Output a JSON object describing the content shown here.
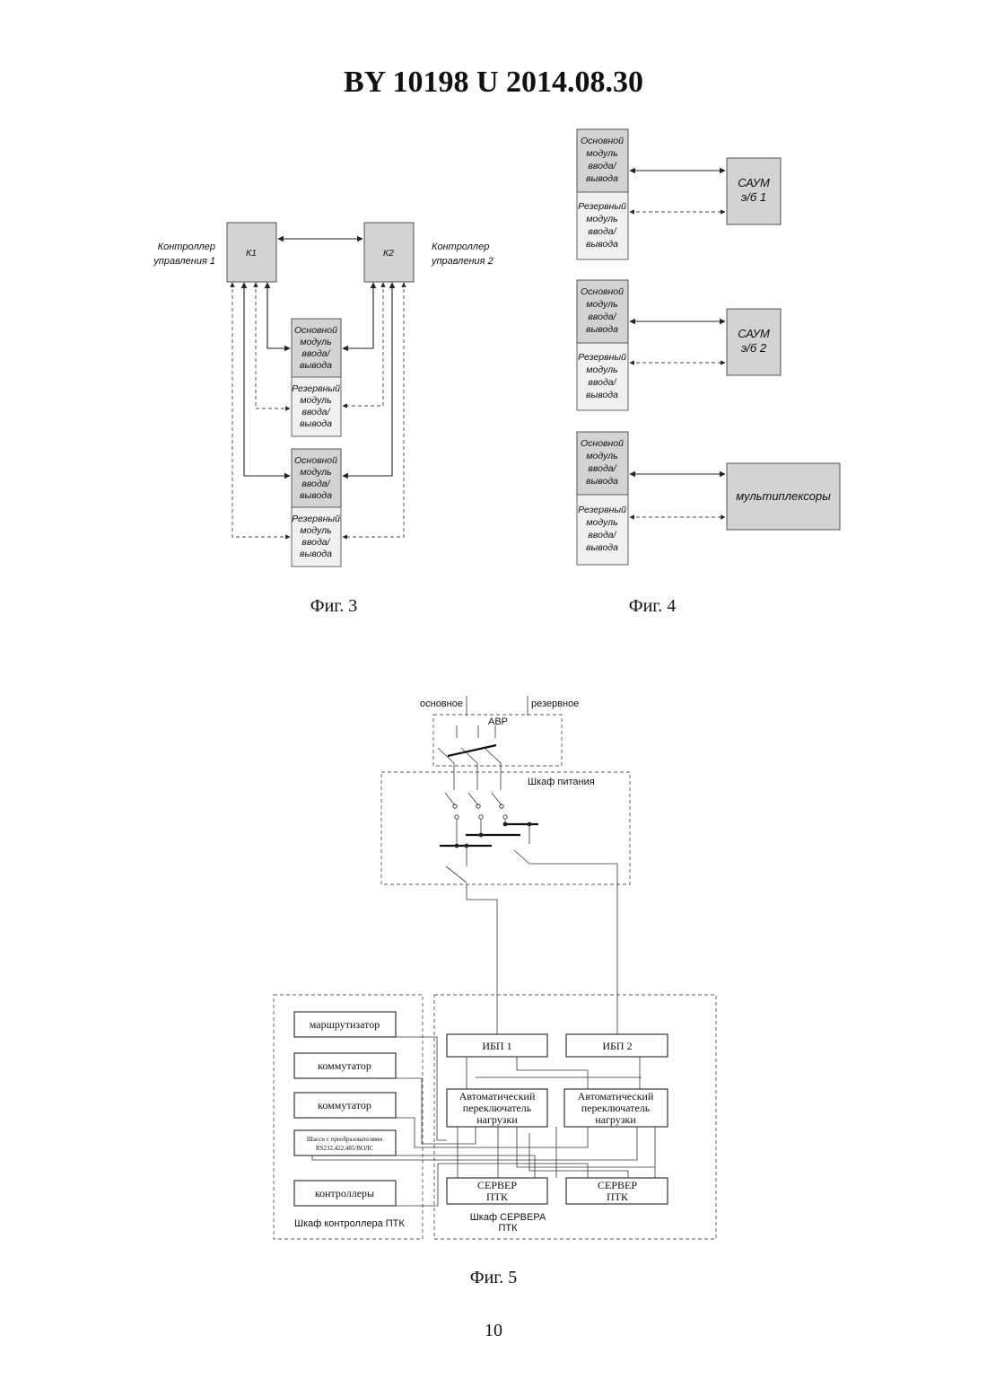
{
  "header": {
    "title": "BY  10198  U  2014.08.30"
  },
  "fig3": {
    "caption": "Фиг. 3",
    "k1": "К1",
    "k2": "К2",
    "ctrl1_l1": "Контроллер",
    "ctrl1_l2": "управления 1",
    "ctrl2_l1": "Контроллер",
    "ctrl2_l2": "управления 2",
    "main_module_lines": [
      "Основной",
      "модуль",
      "ввода/",
      "вывода"
    ],
    "reserve_module_lines": [
      "Резервный",
      "модуль",
      "ввода/",
      "вывода"
    ]
  },
  "fig4": {
    "caption": "Фиг. 4",
    "main_module_lines": [
      "Основной",
      "модуль",
      "ввода/",
      "вывода"
    ],
    "reserve_module_lines": [
      "Резервный",
      "модуль",
      "ввода/",
      "вывода"
    ],
    "saum1": [
      "САУМ",
      "э/б 1"
    ],
    "saum2": [
      "САУМ",
      "э/б 2"
    ],
    "mux": "мультиплексоры"
  },
  "fig5": {
    "caption": "Фиг. 5",
    "main_feed": "основное",
    "reserve_feed": "резервное",
    "avr": "АВР",
    "power_cabinet": "Шкаф питания",
    "router": "маршрутизатор",
    "switch1": "коммутатор",
    "switch2": "коммутатор",
    "chassis_l1": "Шасси с преобразователями",
    "chassis_l2": "RS232,422,485/ВОЛС",
    "controllers": "контроллеры",
    "controller_cabinet": "Шкаф  контроллера ПТК",
    "ups1": "ИБП 1",
    "ups2": "ИБП 2",
    "ats_lines": [
      "Автоматический",
      "переключатель",
      "нагрузки"
    ],
    "server_lines": [
      "СЕРВЕР",
      "ПТК"
    ],
    "server_cabinet_l1": "Шкаф СЕРВЕРА",
    "server_cabinet_l2": "ПТК"
  },
  "page_number": "10"
}
